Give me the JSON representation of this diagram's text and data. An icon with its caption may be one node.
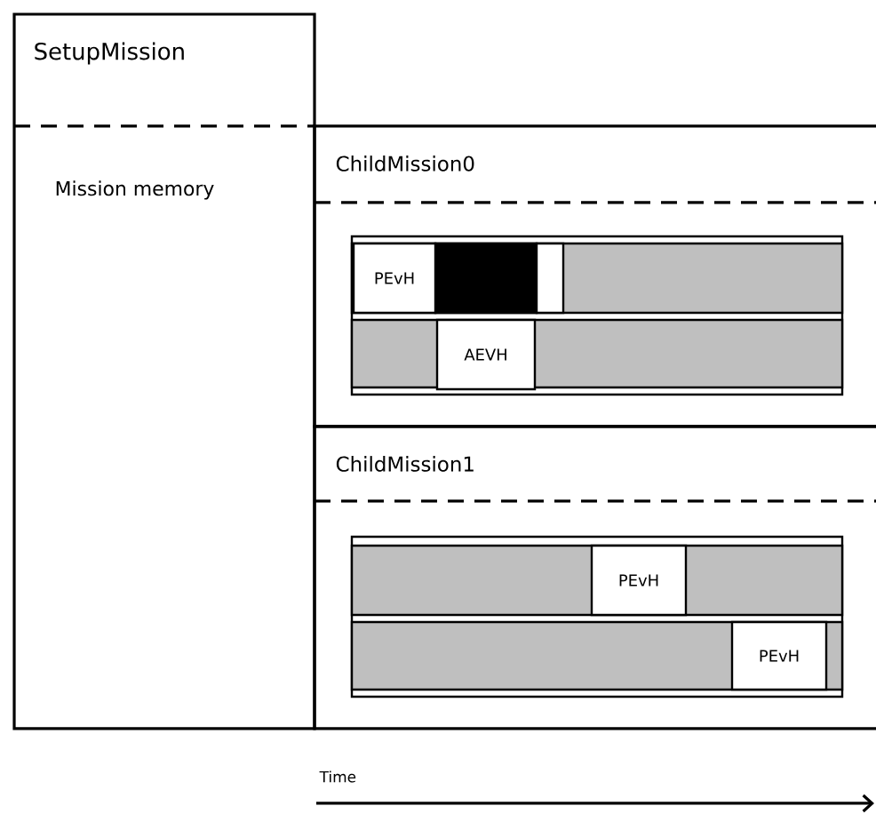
{
  "diagram": {
    "nodes": [
      {
        "text": [
          "SetupMission",
          "Mission memory"
        ]
      },
      {
        "text": [
          "ChildMission0"
        ]
      },
      {
        "text": [
          "PEvH"
        ],
        "in": 1
      },
      {
        "text": [
          "AEVH"
        ],
        "in": 1
      },
      {
        "text": [
          "ChildMission1"
        ]
      },
      {
        "text": [
          "PEvH"
        ],
        "in": 4
      },
      {
        "text": [
          "PEvH"
        ],
        "in": 4
      }
    ],
    "edges": [],
    "labels": [
      "Time"
    ]
  }
}
